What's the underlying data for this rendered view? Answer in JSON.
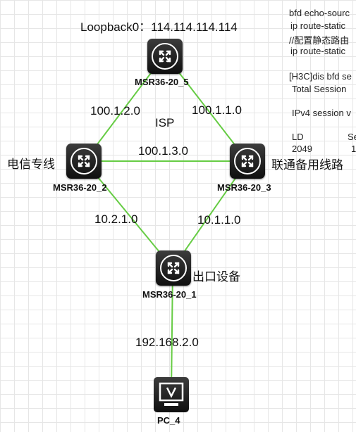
{
  "loopback": "Loopback0：114.114.114.114",
  "cloud_label": "ISP",
  "devices": {
    "r5": "MSR36-20_5",
    "r2": "MSR36-20_2",
    "r3": "MSR36-20_3",
    "r1": "MSR36-20_1",
    "pc": "PC_4"
  },
  "networks": {
    "r5_r2": "100.1.2.0",
    "r5_r3": "100.1.1.0",
    "r2_r3": "100.1.3.0",
    "r2_r1": "10.2.1.0",
    "r3_r1": "10.1.1.0",
    "r1_pc": "192.168.2.0"
  },
  "annotations": {
    "telecom": "电信专线",
    "unicom_backup": "联通备用线路",
    "egress": "出口设备"
  },
  "config_lines": [
    "bfd echo-sourc",
    "ip route-static",
    "//配置静态路由",
    "ip route-static",
    "[H3C]dis bfd se",
    "Total Session",
    "IPv4 session v",
    "LD",
    "Se",
    "2049",
    "1"
  ],
  "colors": {
    "link": "#66cc44",
    "device": "#1a1a1a"
  }
}
